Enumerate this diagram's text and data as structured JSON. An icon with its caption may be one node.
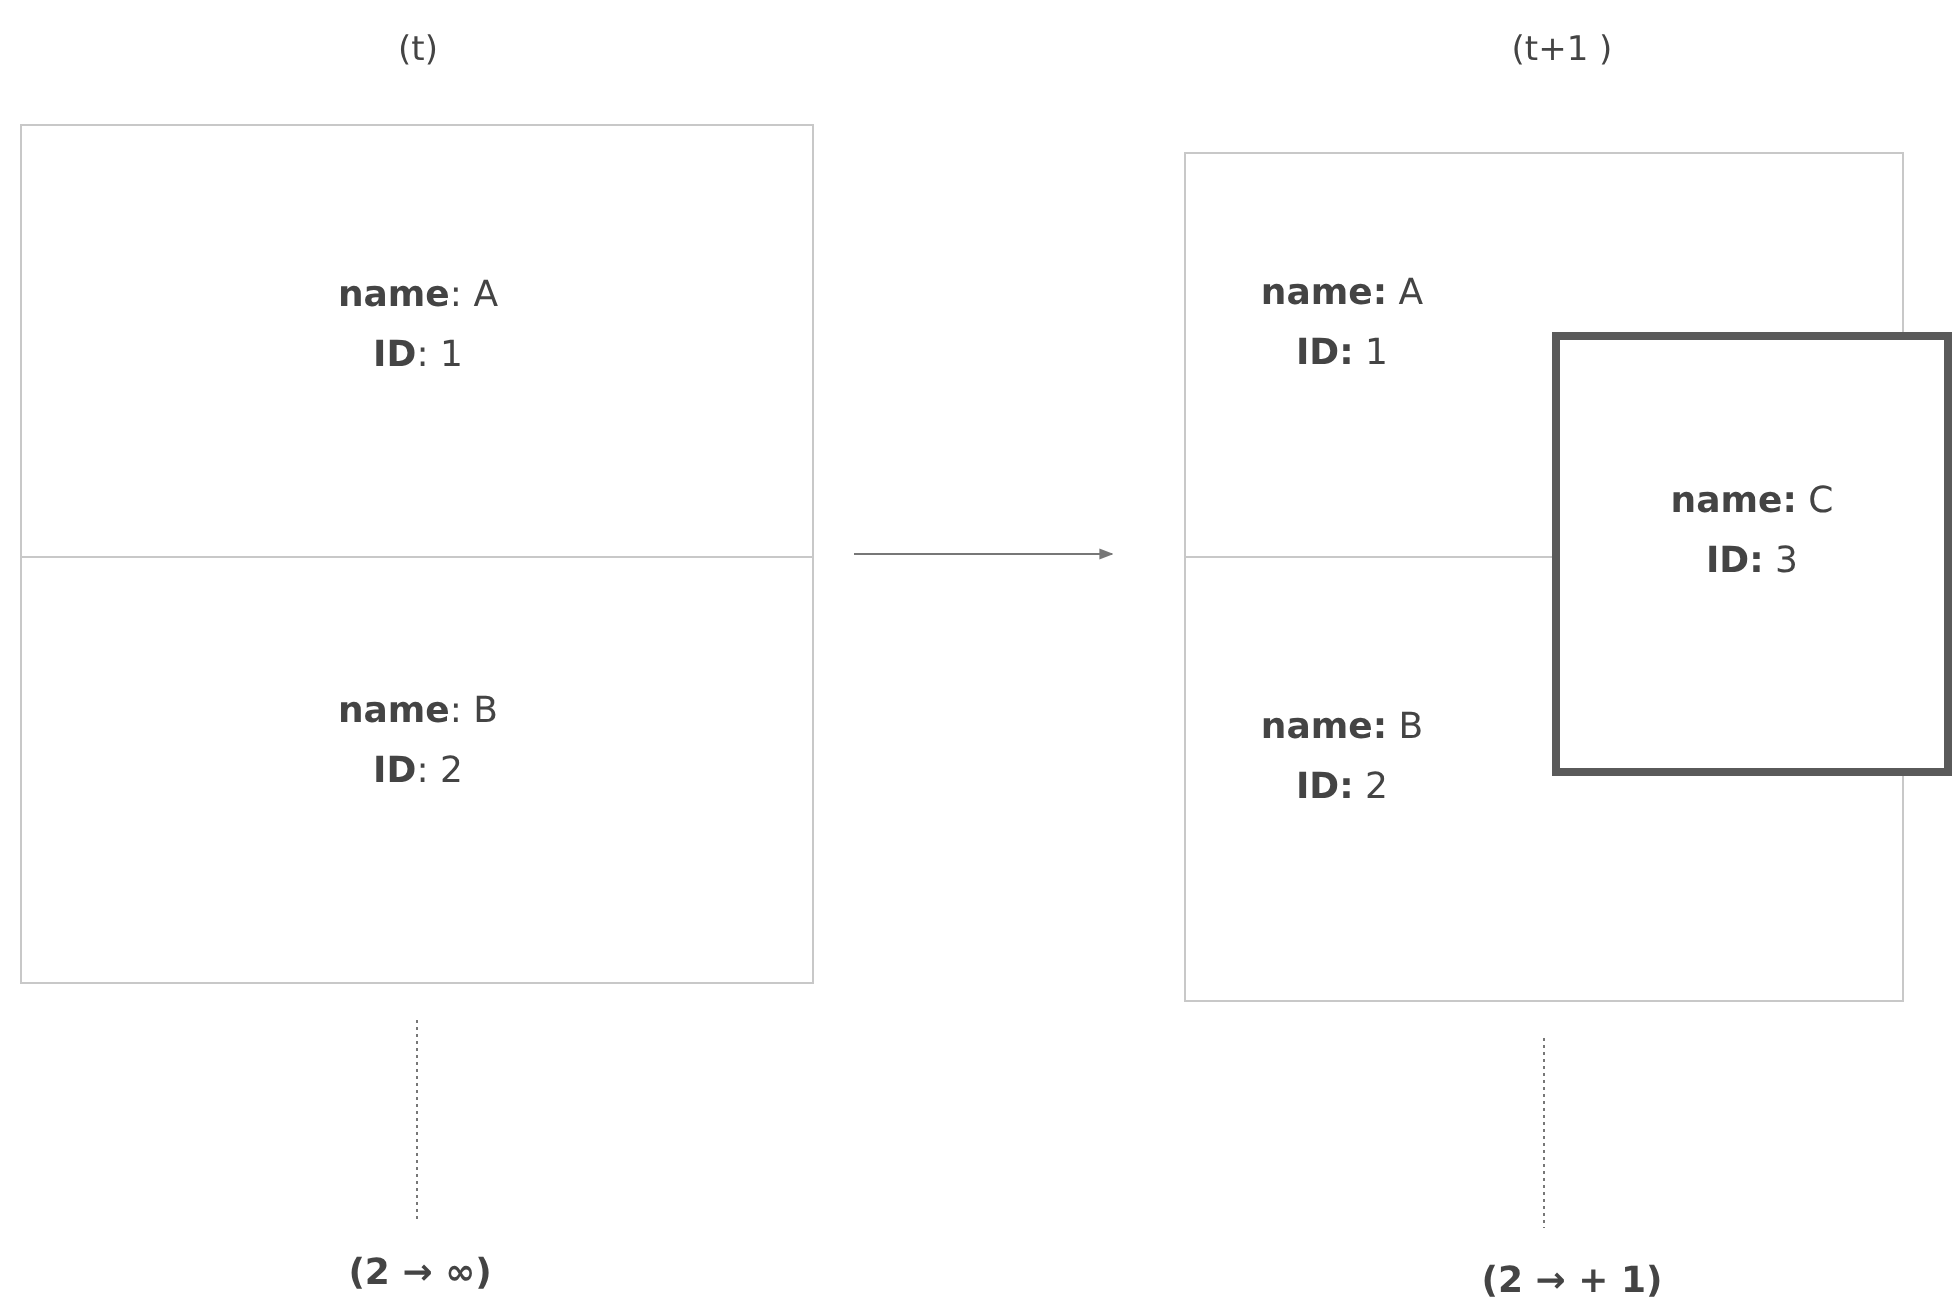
{
  "diagram": {
    "nodes": [
      {
        "text": [
          "(t)"
        ]
      },
      {
        "text": [
          "**name**: A **ID**: 1"
        ],
        "in": 0
      },
      {
        "text": [
          "**name**: B **ID**: 2"
        ],
        "in": 0
      },
      {
        "text": [
          "(t+1 )"
        ]
      },
      {
        "text": [
          "**name:** A **ID:** 1"
        ],
        "in": 3
      },
      {
        "text": [
          "**name:** B **ID:** 2"
        ],
        "in": 3
      },
      {
        "text": [
          "**name:** C **ID:** 3"
        ]
      },
      {
        "text": [
          "(2 → ∞)"
        ]
      },
      {
        "text": [
          "(2 → + 1)"
        ]
      }
    ],
    "edges": [
      {
        "from": 0,
        "to": 3,
        "arrow": "to"
      },
      {
        "from": 0,
        "to": 7,
        "arrow": "none",
        "style": "dashed"
      },
      {
        "from": 3,
        "to": 8,
        "arrow": "none",
        "style": "dashed"
      }
    ]
  }
}
